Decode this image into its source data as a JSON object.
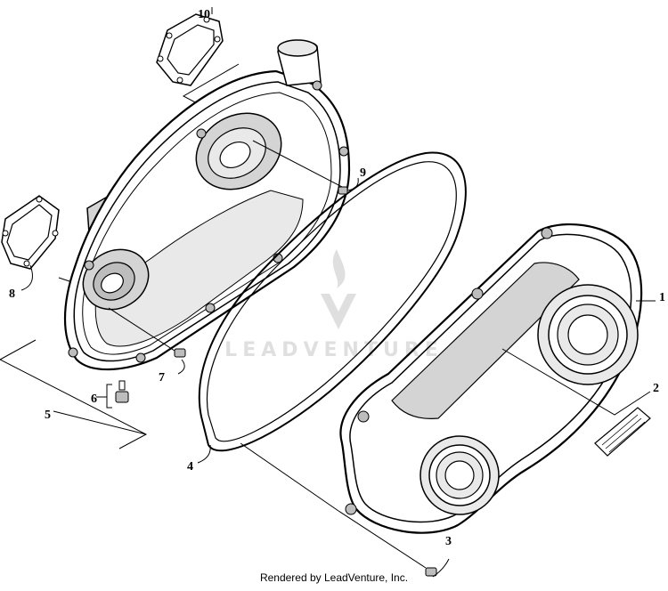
{
  "diagram": {
    "callouts": [
      {
        "id": "1",
        "label": "1"
      },
      {
        "id": "2",
        "label": "2"
      },
      {
        "id": "3",
        "label": "3"
      },
      {
        "id": "4",
        "label": "4"
      },
      {
        "id": "5",
        "label": "5"
      },
      {
        "id": "6",
        "label": "6"
      },
      {
        "id": "7",
        "label": "7"
      },
      {
        "id": "8",
        "label": "8"
      },
      {
        "id": "9",
        "label": "9"
      },
      {
        "id": "10",
        "label": "10"
      }
    ],
    "watermark": "LEADVENTURE",
    "footer": "Rendered by LeadVenture, Inc."
  }
}
